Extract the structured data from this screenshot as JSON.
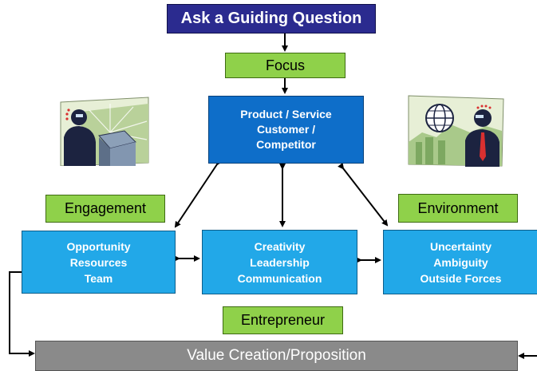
{
  "title": "Ask a Guiding Question",
  "focus": "Focus",
  "center": {
    "line1": "Product / Service",
    "line2": "Customer /",
    "line3": "Competitor"
  },
  "engagement": "Engagement",
  "environment": "Environment",
  "left_box": {
    "line1": "Opportunity",
    "line2": "Resources",
    "line3": "Team"
  },
  "middle_box": {
    "line1": "Creativity",
    "line2": "Leadership",
    "line3": "Communication"
  },
  "right_box": {
    "line1": "Uncertainty",
    "line2": "Ambiguity",
    "line3": "Outside Forces"
  },
  "entrepreneur": "Entrepreneur",
  "value": "Value Creation/Proposition",
  "colors": {
    "title_bg": "#2b2b8f",
    "label_green": "#8fd14a",
    "center_blue": "#0e6ec9",
    "light_blue": "#22a8e8",
    "value_gray": "#8a8a8a"
  },
  "icons": {
    "left_picture": "businesswoman-laptop-illustration",
    "right_picture": "businessman-globe-illustration"
  }
}
